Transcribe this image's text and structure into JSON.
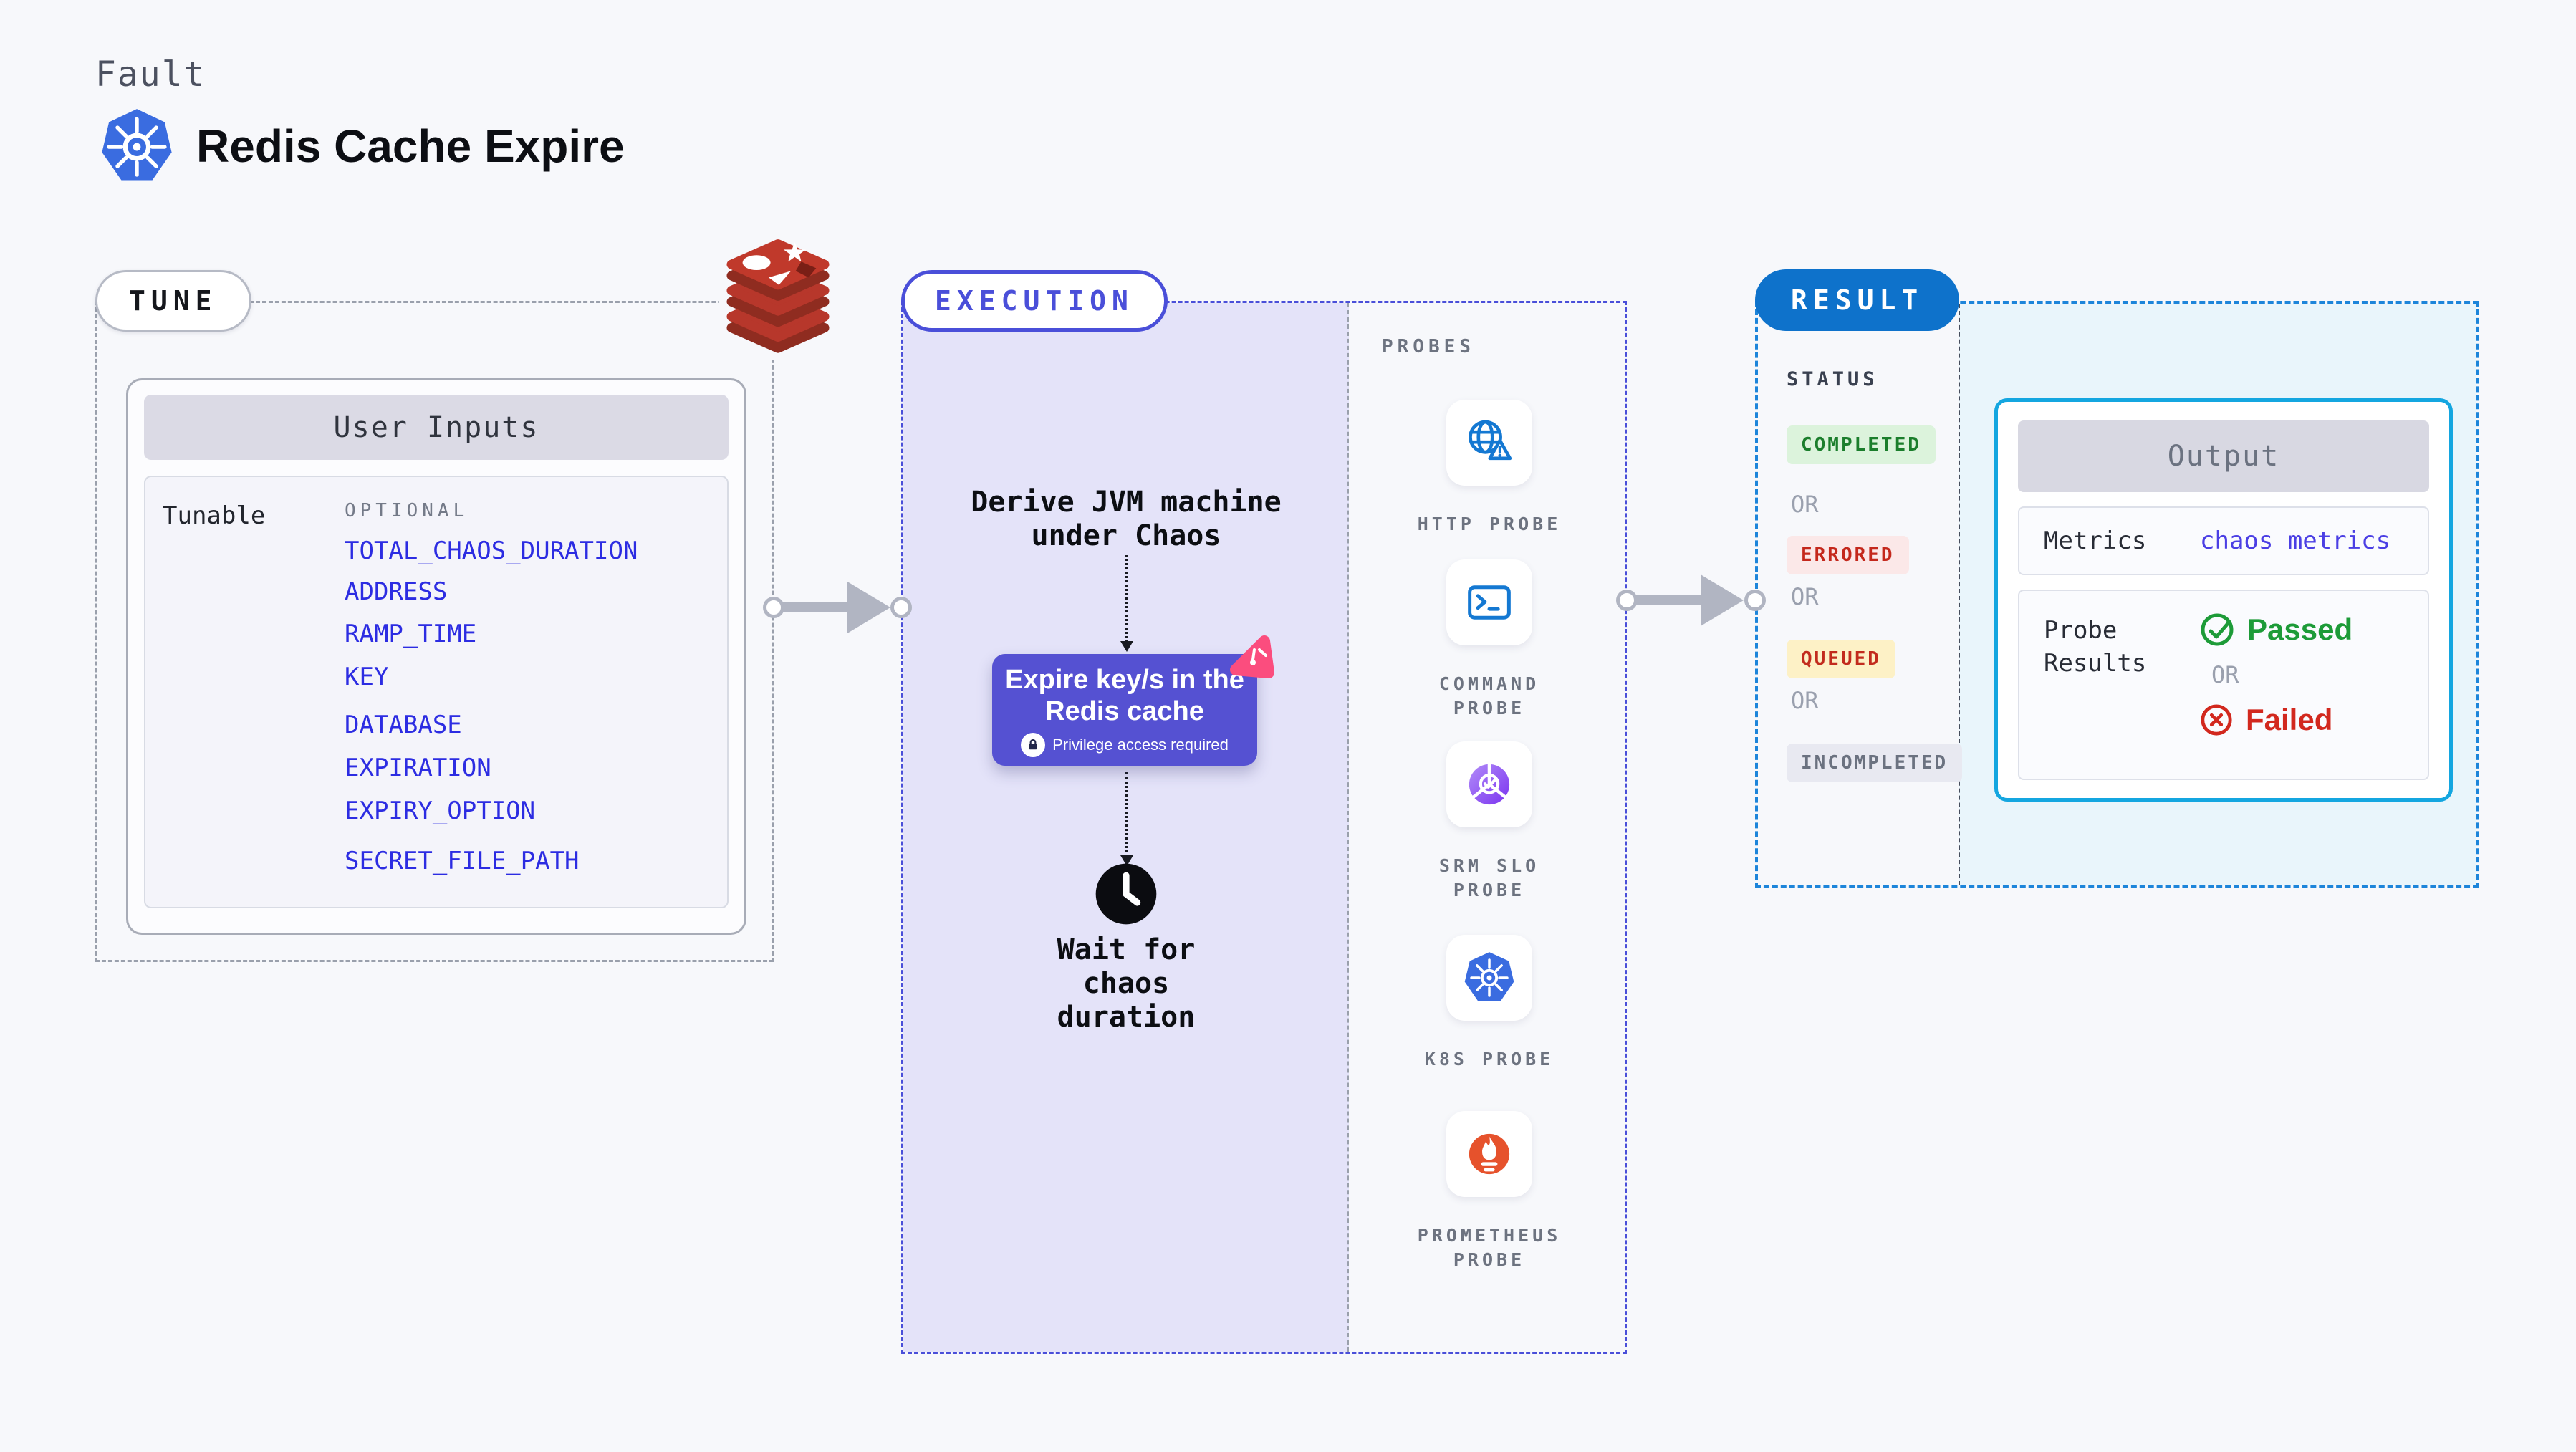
{
  "palette": {
    "page_bg": "#f7f8fb",
    "tune_dash": "#9aa0ac",
    "execution_accent": "#4a4fd9",
    "execution_bg": "#e4e3f9",
    "fault_card_bg": "#5551d2",
    "chaos_pink": "#fb4d7e",
    "param_link_blue": "#2c2ce2",
    "result_dash_blue": "#1d85da",
    "result_pill_blue": "#0e72cb",
    "result_bg": "#e9f5fb",
    "output_border_cyan": "#14a6e0",
    "probe_icon_blue": "#1478d2",
    "kubernetes_blue": "#3a6ce0",
    "redis_red": "#b7372b",
    "prometheus_orange": "#e6522c",
    "passed_green": "#1d9b38",
    "failed_red": "#d2281e",
    "queued_yellow_bg": "#fdf1c6",
    "arrow_gray": "#b1b5c2"
  },
  "header": {
    "kicker": "Fault",
    "title": "Redis Cache Expire"
  },
  "tune": {
    "pill": "TUNE",
    "card_title": "User Inputs",
    "row_label": "Tunable",
    "group_label": "OPTIONAL",
    "params": [
      "TOTAL_CHAOS_DURATION",
      "ADDRESS",
      "RAMP_TIME",
      "KEY",
      "DATABASE",
      "EXPIRATION",
      "EXPIRY_OPTION",
      "SECRET_FILE_PATH"
    ]
  },
  "execution": {
    "pill": "EXECUTION",
    "derive_lines": [
      "Derive JVM machine",
      "under Chaos"
    ],
    "fault_card": {
      "title_lines": [
        "Expire key/s in the",
        "Redis cache"
      ],
      "privilege_note": "Privilege access required"
    },
    "wait_lines": [
      "Wait for chaos",
      "duration"
    ]
  },
  "probes": {
    "label": "PROBES",
    "items": [
      {
        "name": "HTTP PROBE"
      },
      {
        "name": "COMMAND PROBE"
      },
      {
        "name": "SRM SLO PROBE"
      },
      {
        "name": "K8S PROBE"
      },
      {
        "name": "PROMETHEUS PROBE"
      }
    ]
  },
  "result": {
    "pill": "RESULT",
    "status_label": "STATUS",
    "or_label": "OR",
    "statuses": [
      {
        "label": "COMPLETED",
        "state": "completed",
        "bg": "#dcf3dc",
        "fg": "#1b7e2c"
      },
      {
        "label": "ERRORED",
        "state": "errored",
        "bg": "#fbe8e8",
        "fg": "#c4281c"
      },
      {
        "label": "QUEUED",
        "state": "queued",
        "bg": "#fdf1c6",
        "fg": "#c22b1d"
      },
      {
        "label": "INCOMPLETED",
        "state": "incompleted",
        "bg": "#e8e9f1",
        "fg": "#6b7280"
      }
    ],
    "output": {
      "title": "Output",
      "metrics_label": "Metrics",
      "metrics_value": "chaos metrics",
      "probe_results_label": "Probe Results",
      "passed_label": "Passed",
      "failed_label": "Failed"
    }
  }
}
